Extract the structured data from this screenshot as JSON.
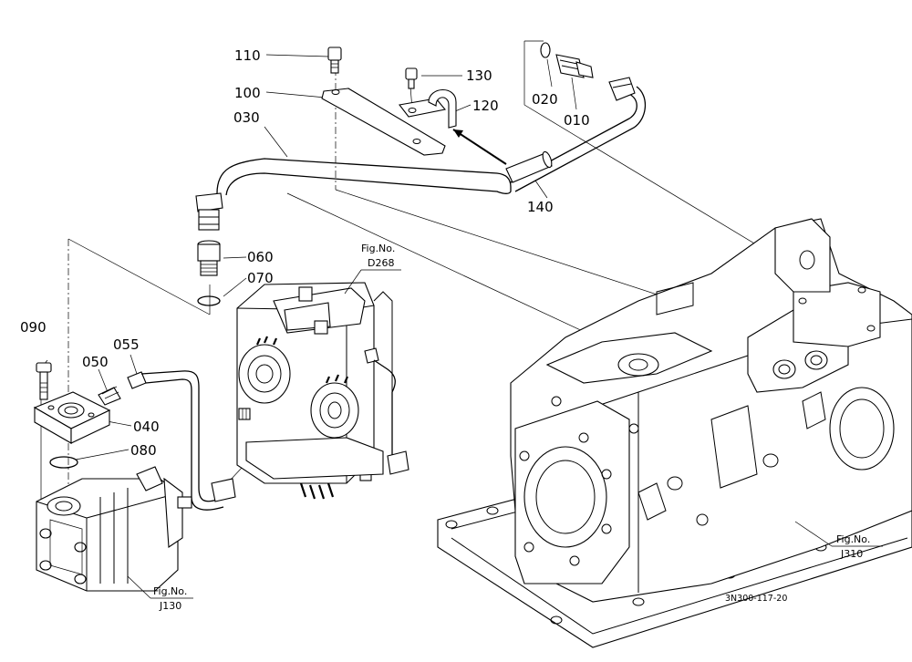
{
  "labels": {
    "p110": "110",
    "p100": "100",
    "p030": "030",
    "p130": "130",
    "p120": "120",
    "p140": "140",
    "p020": "020",
    "p010": "010",
    "p060": "060",
    "p070": "070",
    "p090": "090",
    "p050": "050",
    "p055": "055",
    "p040": "040",
    "p080": "080"
  },
  "figrefs": {
    "d268": {
      "title": "Fig.No.",
      "code": "D268"
    },
    "j130": {
      "title": "Fig.No.",
      "code": "J130"
    },
    "j310": {
      "title": "Fig.No.",
      "code": "J310"
    }
  },
  "caption": "3N300-117-20"
}
